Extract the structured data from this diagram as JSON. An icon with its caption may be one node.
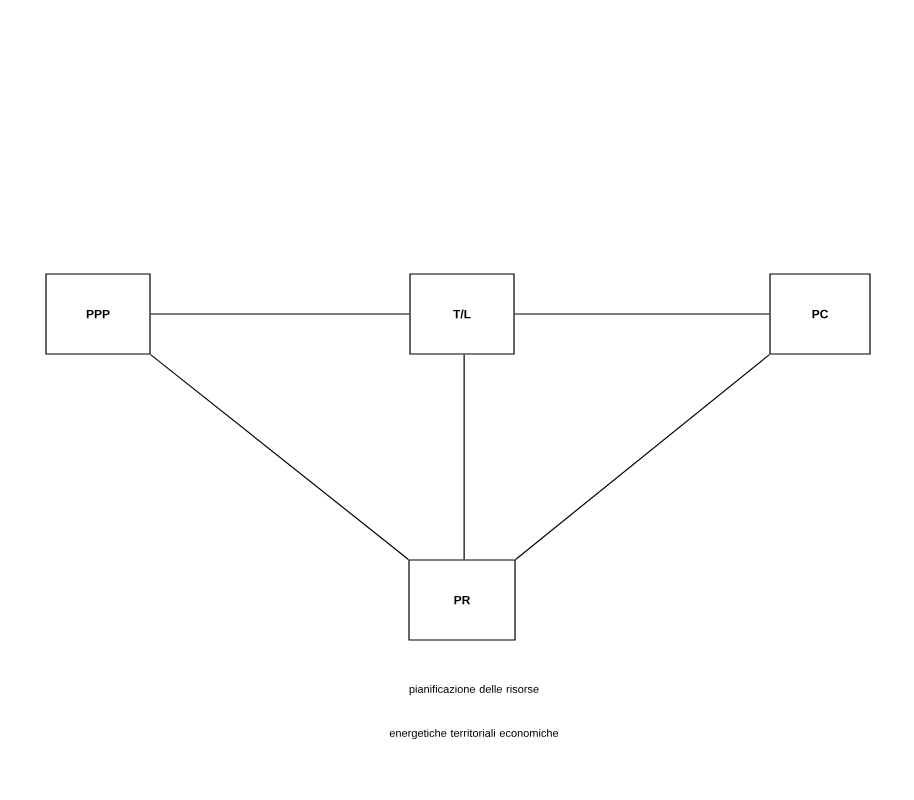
{
  "diagram": {
    "nodes": [
      {
        "text": [
          "PPP"
        ]
      },
      {
        "text": [
          "T/L"
        ]
      },
      {
        "text": [
          "PC"
        ]
      },
      {
        "text": [
          "PR"
        ]
      }
    ],
    "edges": [
      {
        "from": 0,
        "to": 1,
        "arrow": "none"
      },
      {
        "from": 1,
        "to": 2,
        "arrow": "none"
      },
      {
        "from": 0,
        "to": 3,
        "arrow": "none"
      },
      {
        "from": 1,
        "to": 3,
        "arrow": "none"
      },
      {
        "from": 2,
        "to": 3,
        "arrow": "none"
      }
    ],
    "caption": "pianificazione delle risorse energetiche territoriali economiche"
  }
}
